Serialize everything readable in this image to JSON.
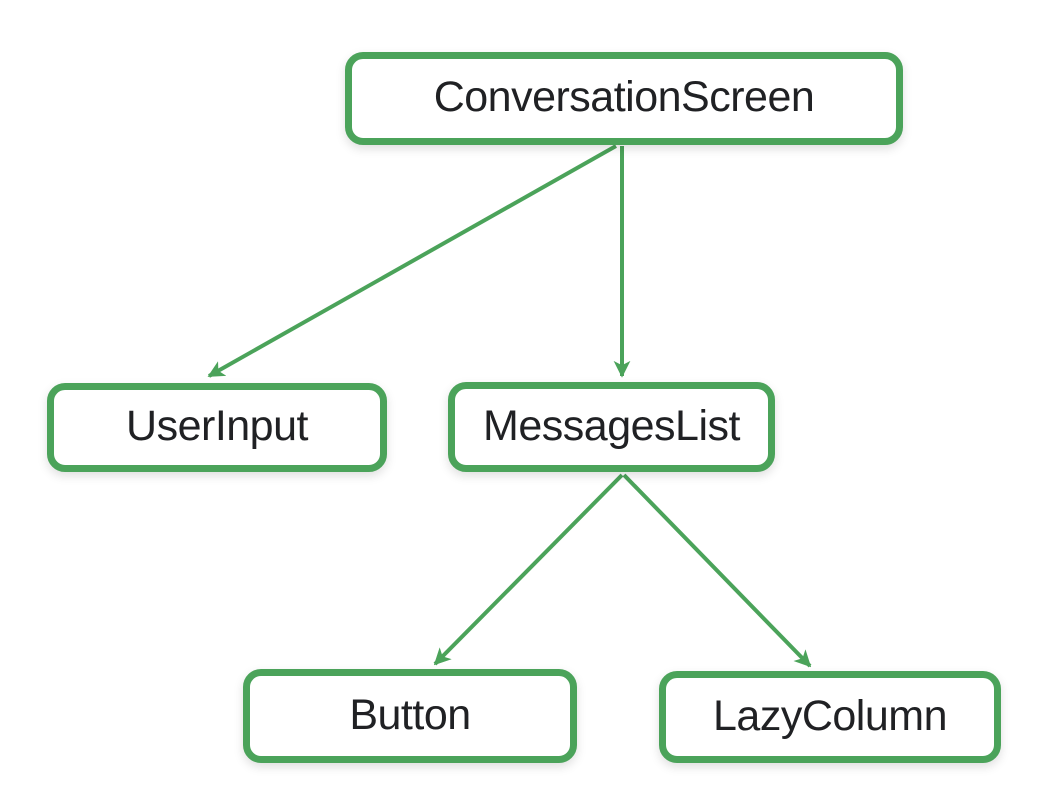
{
  "diagram": {
    "type": "tree",
    "nodes": [
      {
        "id": "conversationscreen",
        "label": "ConversationScreen"
      },
      {
        "id": "userinput",
        "label": "UserInput"
      },
      {
        "id": "messageslist",
        "label": "MessagesList"
      },
      {
        "id": "button",
        "label": "Button"
      },
      {
        "id": "lazycolumn",
        "label": "LazyColumn"
      }
    ],
    "edges": [
      {
        "from": "ConversationScreen",
        "to": "UserInput"
      },
      {
        "from": "ConversationScreen",
        "to": "MessagesList"
      },
      {
        "from": "MessagesList",
        "to": "Button"
      },
      {
        "from": "MessagesList",
        "to": "LazyColumn"
      }
    ],
    "colors": {
      "accent": "#4BA35A",
      "node_fill": "#FFFFFF",
      "text": "#202124",
      "background": "#FFFFFF"
    }
  }
}
